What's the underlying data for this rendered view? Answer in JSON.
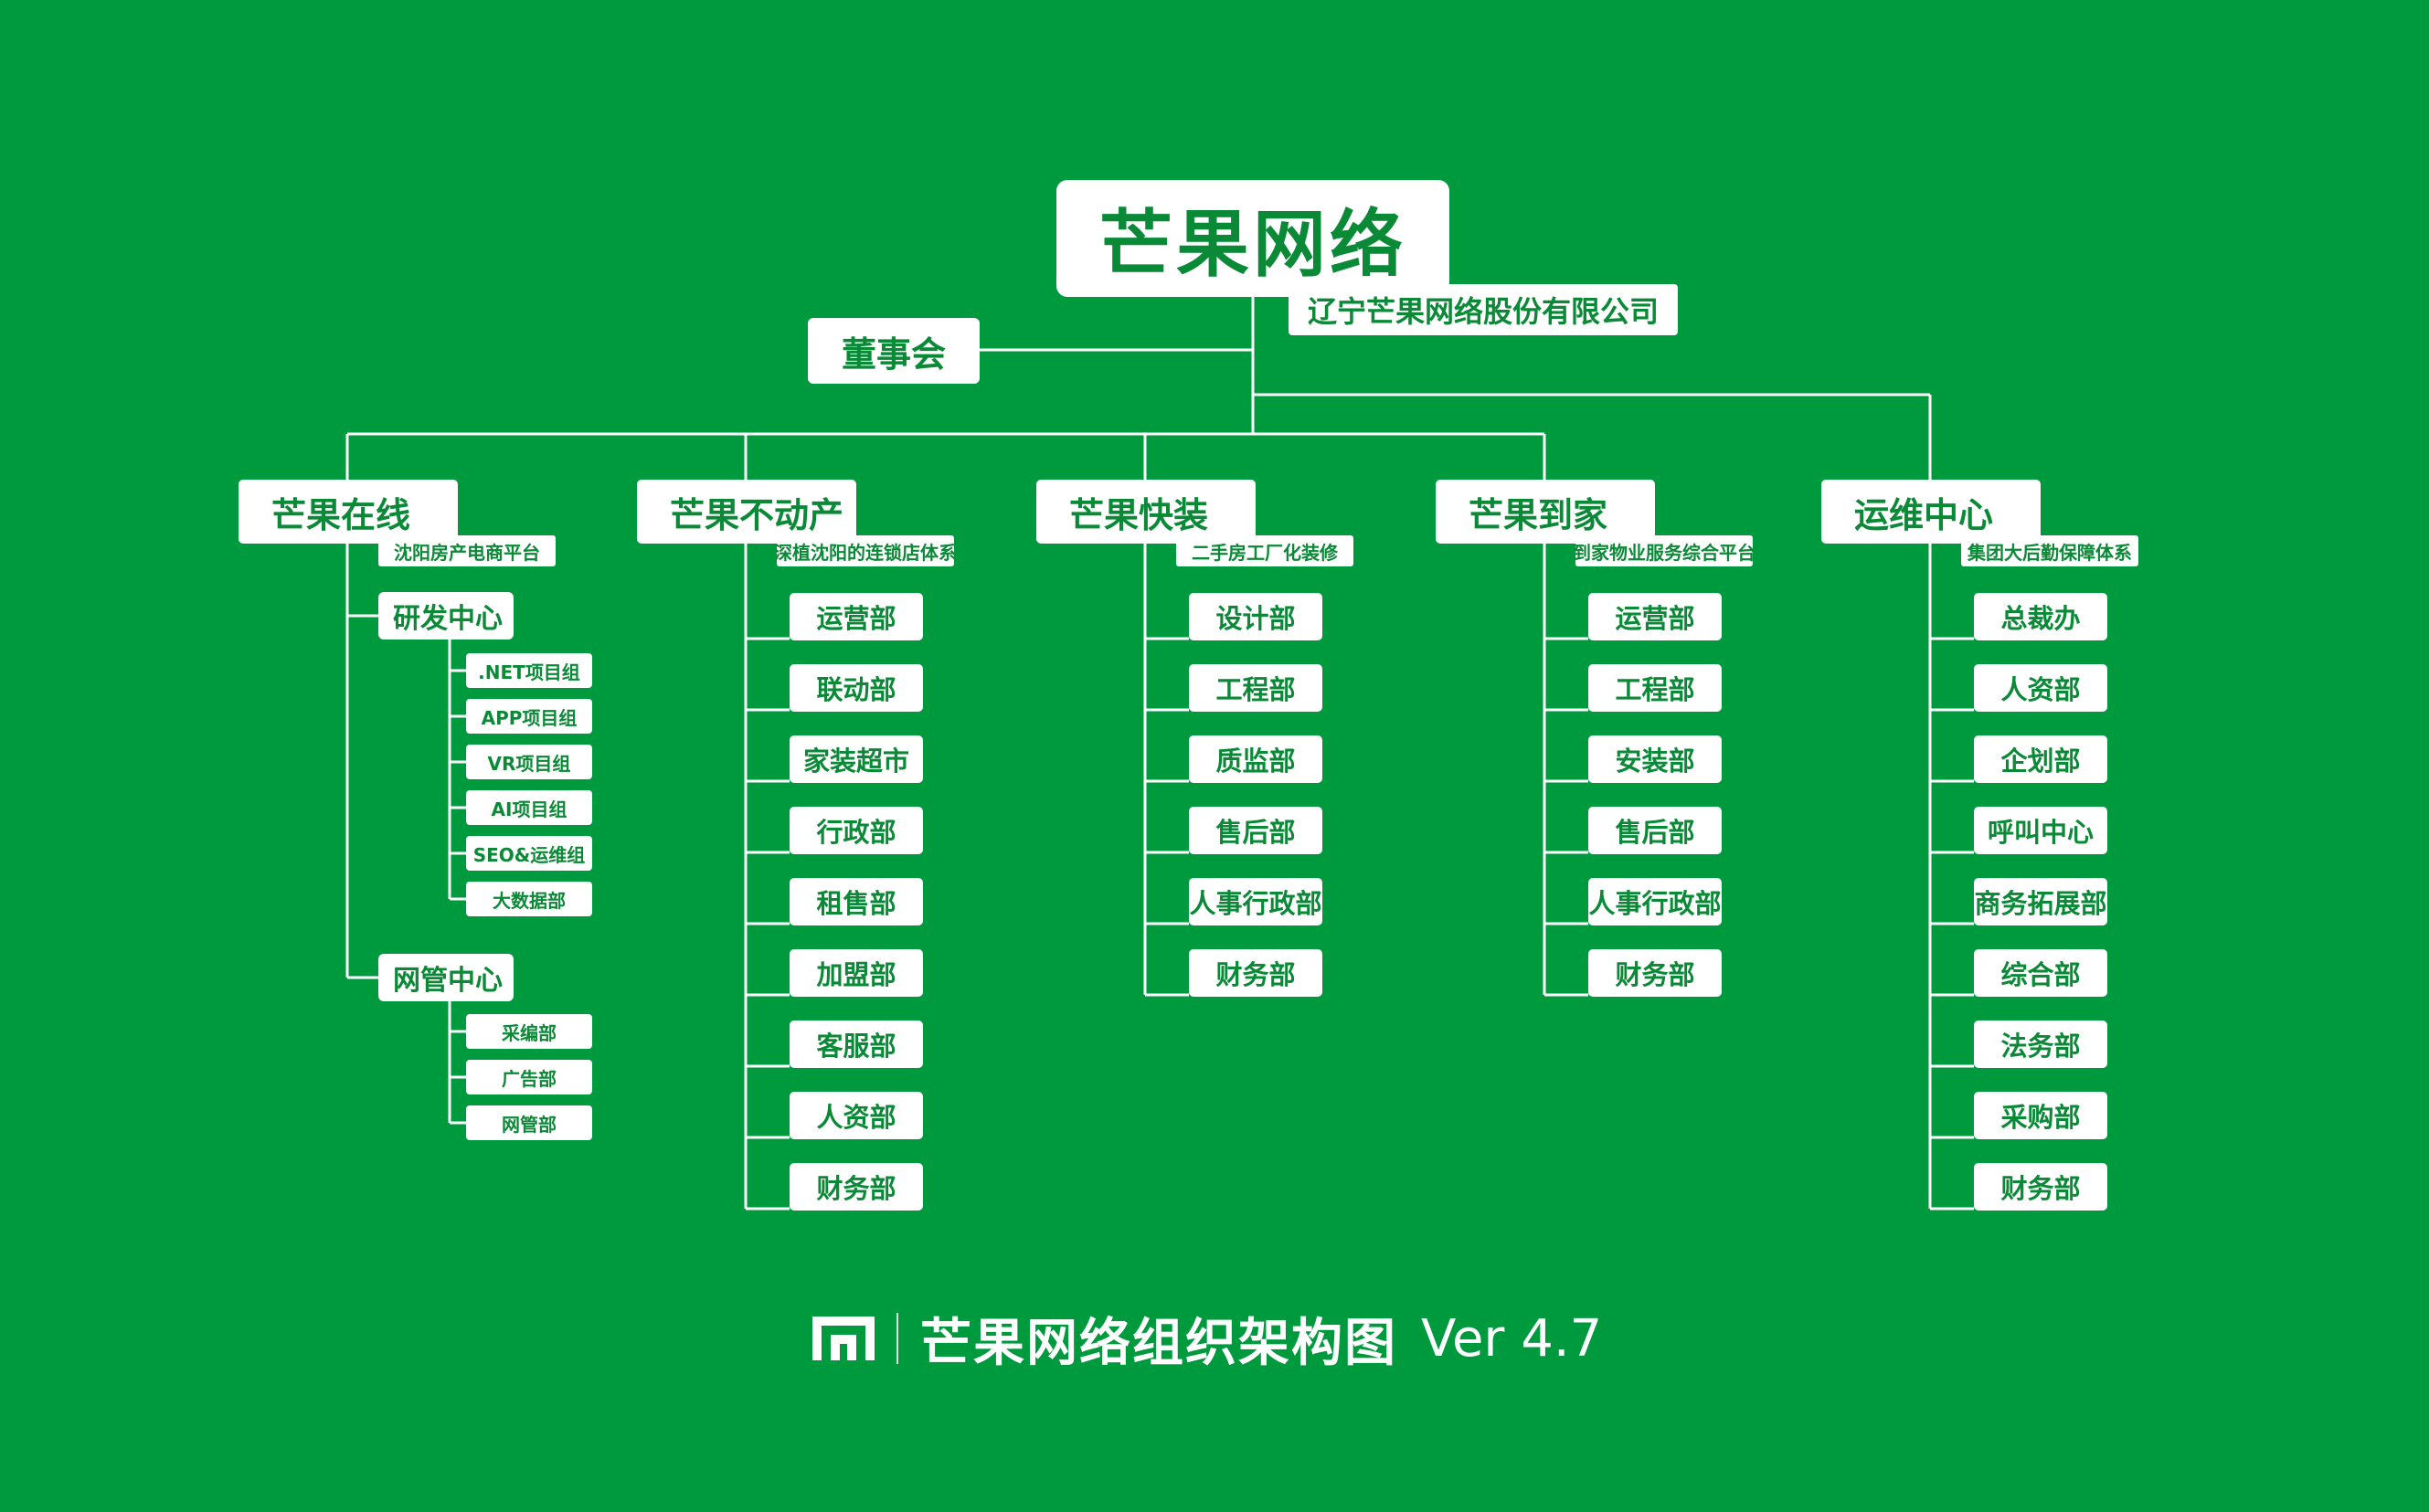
{
  "org": {
    "root": {
      "label": "芒果网络",
      "subtitle": "辽宁芒果网络股份有限公司"
    },
    "board": {
      "label": "董事会"
    },
    "departments": [
      {
        "label": "芒果在线",
        "subtitle": "沈阳房产电商平台",
        "centers": [
          {
            "label": "研发中心",
            "items": [
              ".NET项目组",
              "APP项目组",
              "VR项目组",
              "AI项目组",
              "SEO&运维组",
              "大数据部"
            ]
          },
          {
            "label": "网管中心",
            "items": [
              "采编部",
              "广告部",
              "网管部"
            ]
          }
        ]
      },
      {
        "label": "芒果不动产",
        "subtitle": "深植沈阳的连锁店体系",
        "items": [
          "运营部",
          "联动部",
          "家装超市",
          "行政部",
          "租售部",
          "加盟部",
          "客服部",
          "人资部",
          "财务部"
        ]
      },
      {
        "label": "芒果快装",
        "subtitle": "二手房工厂化装修",
        "items": [
          "设计部",
          "工程部",
          "质监部",
          "售后部",
          "人事行政部",
          "财务部"
        ]
      },
      {
        "label": "芒果到家",
        "subtitle": "到家物业服务综合平台",
        "items": [
          "运营部",
          "工程部",
          "安装部",
          "售后部",
          "人事行政部",
          "财务部"
        ]
      },
      {
        "label": "运维中心",
        "subtitle": "集团大后勤保障体系",
        "items": [
          "总裁办",
          "人资部",
          "企划部",
          "呼叫中心",
          "商务拓展部",
          "综合部",
          "法务部",
          "采购部",
          "财务部"
        ]
      }
    ]
  },
  "footer": {
    "logo_icon": "mango-logo-icon",
    "title": "芒果网络组织架构图",
    "version": "Ver 4.7"
  },
  "colors": {
    "background": "#009a3e",
    "text": "#0a8a36",
    "box": "#ffffff",
    "line": "#ffffff"
  }
}
